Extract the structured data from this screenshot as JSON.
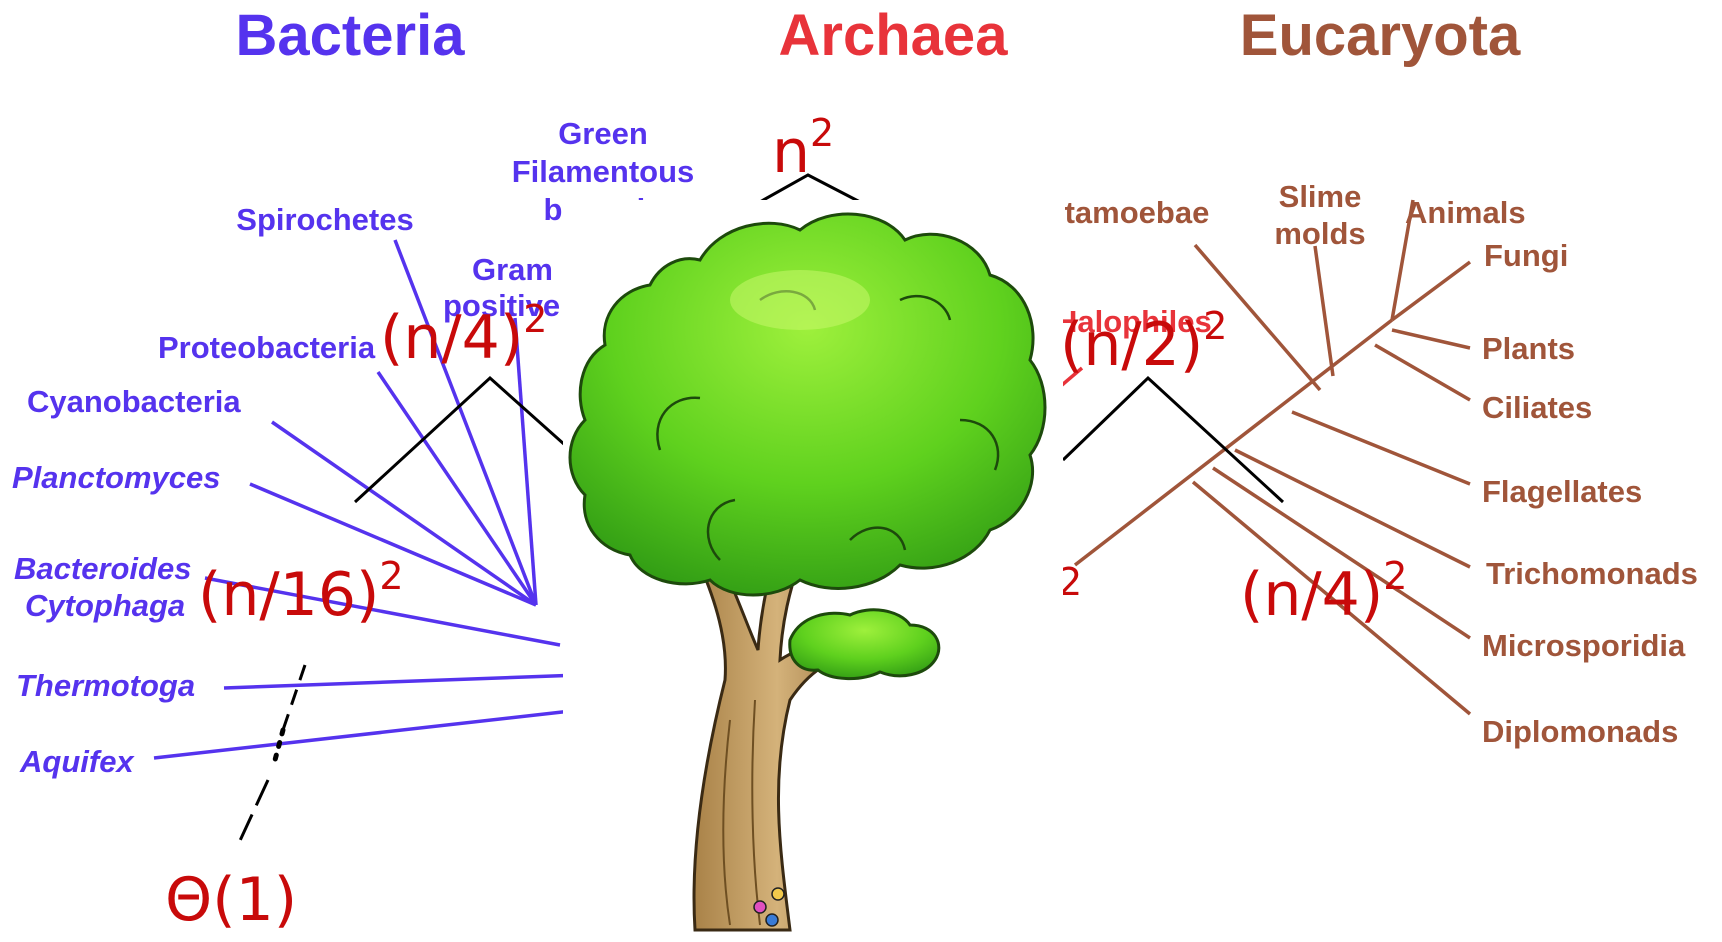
{
  "domains": {
    "bacteria": {
      "label": "Bacteria",
      "color": "#5533ee"
    },
    "archaea": {
      "label": "Archaea",
      "color": "#e8333a"
    },
    "eucaryota": {
      "label": "Eucaryota",
      "color": "#a0553a"
    }
  },
  "bacteria_taxa": {
    "green_filamentous_1": "Green",
    "green_filamentous_2": "Filamentous",
    "green_filamentous_3": "bacteria",
    "spirochetes": "Spirochetes",
    "gram_positive_1": "Gram",
    "gram_positive_2": "positive",
    "proteobacteria": "Proteobacteria",
    "cyanobacteria": "Cyanobacteria",
    "planctomyces": "Planctomyces",
    "bacteroides": "Bacteroides",
    "cytophaga": "Cytophaga",
    "thermotoga": "Thermotoga",
    "aquifex": "Aquifex"
  },
  "archaea_taxa": {
    "halophiles": "Halophiles"
  },
  "eucaryota_taxa": {
    "entamoebae": "Entamoebae",
    "slime_molds_1": "Slime",
    "slime_molds_2": "molds",
    "animals": "Animals",
    "fungi": "Fungi",
    "plants": "Plants",
    "ciliates": "Ciliates",
    "flagellates": "Flagellates",
    "trichomonads": "Trichomonads",
    "microsporidia": "Microsporidia",
    "diplomonads": "Diplomonads"
  },
  "cost_labels": {
    "root": {
      "base": "n",
      "exp": "2"
    },
    "left_half": {
      "base": "(n/4)",
      "exp": "2"
    },
    "right_half": {
      "base": "(n/2)",
      "exp": "2"
    },
    "right_quarter": {
      "base": "(n/4)",
      "exp": "2"
    },
    "left_sixteenth": {
      "base": "(n/16)",
      "exp": "2"
    },
    "partial": {
      "base": "",
      "exp": "2"
    },
    "leaf": "Θ(1)"
  },
  "overlay": {
    "icon": "tree-icon",
    "foliage_color": "#5fd11e",
    "trunk_color": "#c9a46b"
  }
}
